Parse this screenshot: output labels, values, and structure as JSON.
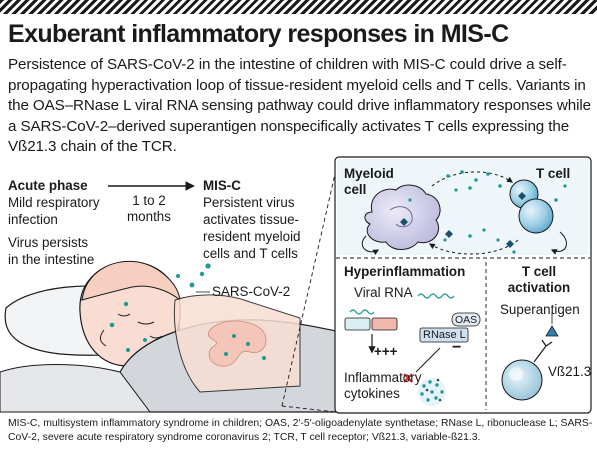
{
  "title": "Exuberant inflammatory responses in MIS-C",
  "intro": "Persistence of SARS-CoV-2 in the intestine of children with MIS-C could drive a self-propagating hyperactivation loop of tissue-resident myeloid cells and T cells. Variants in the OAS–RNase L viral RNA sensing pathway could drive inflammatory responses while a SARS-CoV-2–derived superantigen nonspecifically activates T cells expressing the Vß21.3 chain of the TCR.",
  "acute": {
    "heading": "Acute phase",
    "line1": "Mild respiratory",
    "line2": "infection",
    "line3": "Virus persists",
    "line4": "in the intestine"
  },
  "arrow_label": {
    "line1": "1 to 2",
    "line2": "months"
  },
  "misc": {
    "heading": "MIS-C",
    "line1": "Persistent virus",
    "line2": "activates tissue-",
    "line3": "resident myeloid",
    "line4": "cells and T cells"
  },
  "virus_label": "SARS-CoV-2",
  "loop_panel": {
    "myeloid_line1": "Myeloid",
    "myeloid_line2": "cell",
    "tcell": "T cell"
  },
  "hyper_panel": {
    "heading": "Hyperinflammation",
    "viral_rna": "Viral RNA",
    "oas": "OAS",
    "rnase": "RNase L",
    "plus": "+++",
    "minus": "−",
    "cytokines_line1": "Inflammatory",
    "cytokines_line2": "cytokines"
  },
  "tcell_panel": {
    "heading_line1": "T cell",
    "heading_line2": "activation",
    "superantigen": "Superantigen",
    "vb": "Vß21.3"
  },
  "footnote": "MIS-C, multisystem inflammatory syndrome in children; OAS, 2′-5′-oligoadenylate synthetase; RNase L, ribonuclease L; SARS-CoV-2, severe acute respiratory syndrome coronavirus 2; TCR, T cell receptor; Vß21.3, variable-ß21.3.",
  "colors": {
    "virus_teal": "#1f9a93",
    "cell_blue": "#9ecfe6",
    "cell_dark": "#2f7fb0",
    "myeloid_lavender": "#c9c7e6",
    "skin": "#f9ddd2",
    "blanket": "#cfd3d8",
    "red_x": "#d8322c"
  }
}
